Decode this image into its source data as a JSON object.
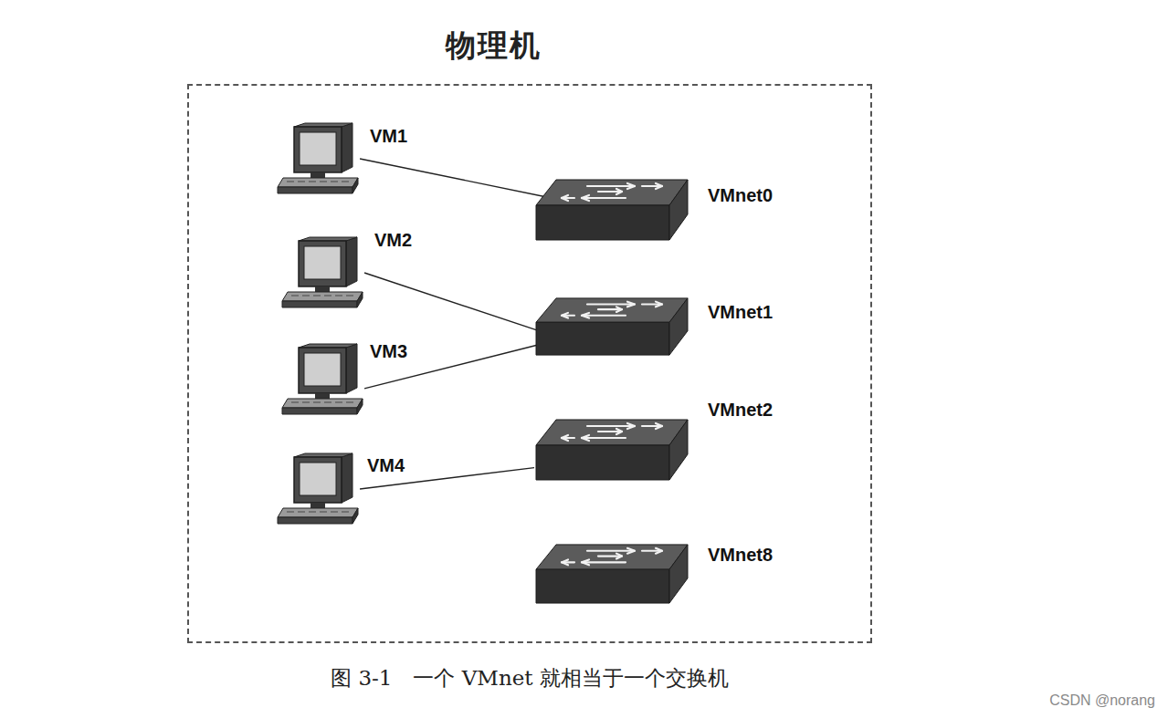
{
  "diagram": {
    "caption": "图 3-1　一个 VMnet 就相当于一个交换机",
    "nodes": [
      {
        "text": [
          "物理机"
        ]
      },
      {
        "text": [
          "VM1"
        ],
        "in": 0
      },
      {
        "text": [
          "VMnet0"
        ],
        "in": 0
      },
      {
        "text": [
          "VM2"
        ],
        "in": 0
      },
      {
        "text": [
          "VMnet1"
        ],
        "in": 0
      },
      {
        "text": [
          "VM3"
        ],
        "in": 0
      },
      {
        "text": [
          "VMnet2"
        ],
        "in": 0
      },
      {
        "text": [
          "VM4"
        ],
        "in": 0
      },
      {
        "text": [
          "VMnet8"
        ],
        "in": 0
      }
    ],
    "edges": [
      {
        "from": 1,
        "to": 2,
        "arrow": "none"
      },
      {
        "from": 3,
        "to": 4,
        "arrow": "none"
      },
      {
        "from": 5,
        "to": 4,
        "arrow": "none"
      },
      {
        "from": 7,
        "to": 6,
        "arrow": "none"
      }
    ],
    "labels": [
      "CSDN @norang"
    ]
  }
}
